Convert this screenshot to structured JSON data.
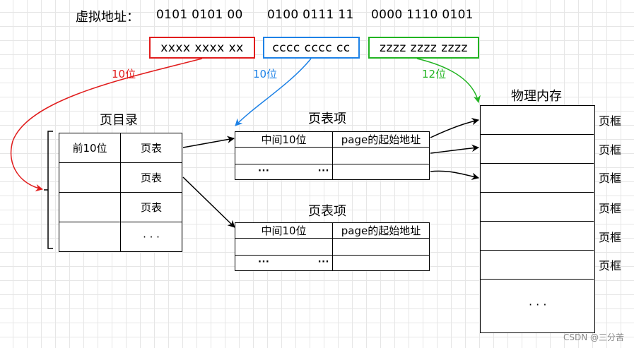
{
  "virtual_address": {
    "label": "虚拟地址：",
    "segments": [
      "0101 0101 00",
      "0100 0111 11",
      "0000 1110 0101"
    ]
  },
  "fields": [
    {
      "text": "xxxx xxxx xx",
      "color": "#e11d1d",
      "bits_label": "10位"
    },
    {
      "text": "cccc cccc cc",
      "color": "#1e82e6",
      "bits_label": "10位"
    },
    {
      "text": "zzzz zzzz zzzz",
      "color": "#22b422",
      "bits_label": "12位"
    }
  ],
  "page_directory": {
    "title": "页目录",
    "rows": [
      [
        "前10位",
        "页表"
      ],
      [
        "",
        "页表"
      ],
      [
        "",
        "页表"
      ],
      [
        "",
        "· · ·"
      ]
    ]
  },
  "page_table_entries": [
    {
      "title": "页表项",
      "rows": [
        [
          "中间10位",
          "page的起始地址"
        ],
        [
          "",
          ""
        ],
        [
          "···",
          "···",
          ""
        ]
      ]
    },
    {
      "title": "页表项",
      "rows": [
        [
          "中间10位",
          "page的起始地址"
        ],
        [
          "",
          ""
        ],
        [
          "···",
          "···",
          ""
        ]
      ]
    }
  ],
  "physical_memory": {
    "title": "物理内存",
    "frame_labels": [
      "页框",
      "页框",
      "页框",
      "页框",
      "页框",
      "页框"
    ],
    "ellipsis": "· · ·"
  },
  "watermark": "CSDN @三分苦"
}
